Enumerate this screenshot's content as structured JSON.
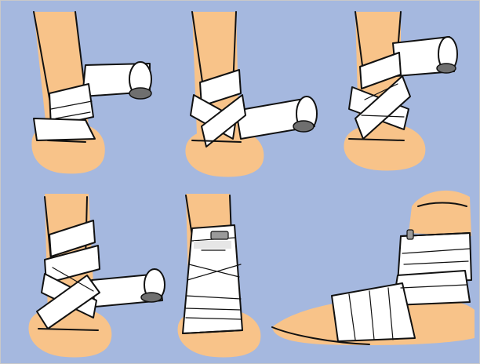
{
  "figure": {
    "kind": "ankle-bandaging-steps",
    "background_color": "#a5b8df",
    "skin_color": "#f8c389",
    "bandage_color": "#ffffff",
    "outline_color": "#111111",
    "roll_core_color": "#6f6f6f",
    "clip_color": "#9a9a9a",
    "steps": [
      {
        "step": 1,
        "view": "front",
        "roll_visible": true
      },
      {
        "step": 2,
        "view": "front",
        "roll_visible": true
      },
      {
        "step": 3,
        "view": "front",
        "roll_visible": true
      },
      {
        "step": 4,
        "view": "front",
        "roll_visible": true
      },
      {
        "step": 5,
        "view": "front",
        "roll_visible": false,
        "clip_visible": true
      },
      {
        "step": 6,
        "view": "side",
        "roll_visible": false,
        "clip_visible": true
      }
    ]
  }
}
